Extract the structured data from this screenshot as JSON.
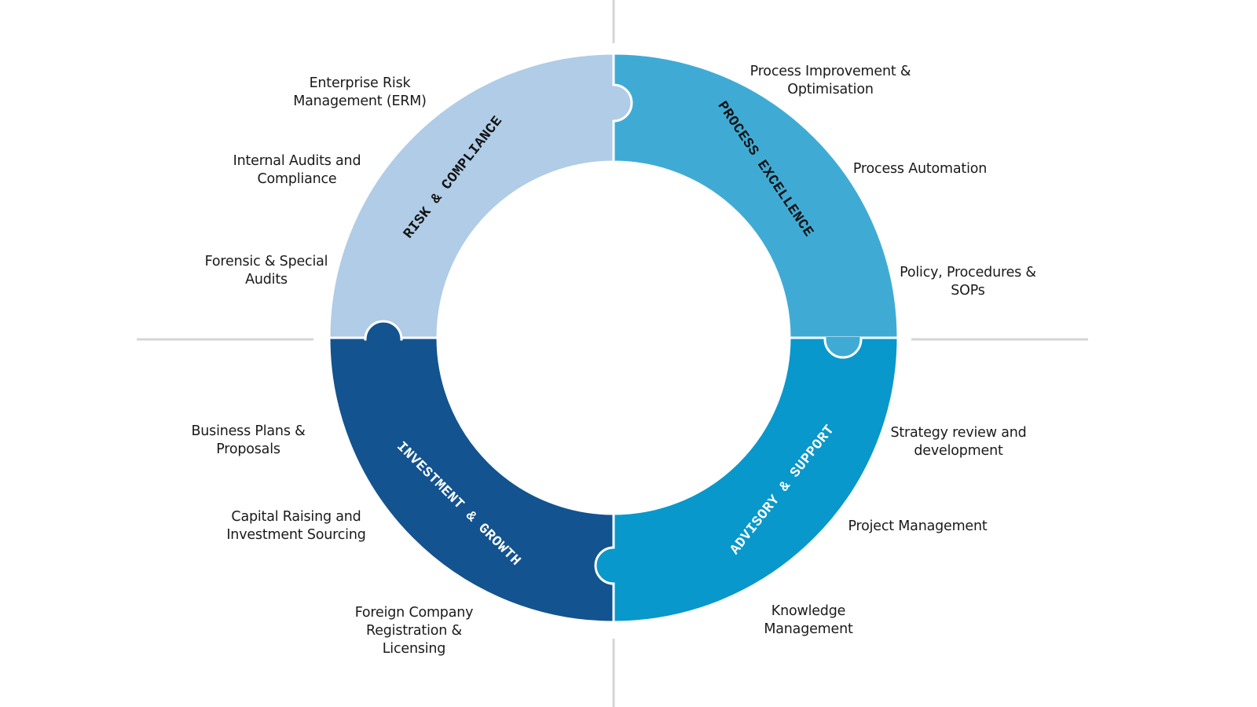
{
  "title": "Service Wheel",
  "colors": {
    "risk": "#b0cce6",
    "process": "#3fabd5",
    "investment": "#13538f",
    "advisory": "#0898cb",
    "divider": "#d6d6d6",
    "seam": "#ffffff"
  },
  "segments": [
    {
      "id": "risk",
      "label": "RISK & COMPLIANCE",
      "label_color": "#111111",
      "services": [
        "Enterprise Risk\nManagement (ERM)",
        "Internal Audits and\nCompliance",
        "Forensic & Special\nAudits"
      ]
    },
    {
      "id": "process",
      "label": "PROCESS EXCELLENCE",
      "label_color": "#111111",
      "services": [
        "Process Improvement &\nOptimisation",
        "Process Automation",
        "Policy, Procedures &\nSOPs"
      ]
    },
    {
      "id": "advisory",
      "label": "ADVISORY & SUPPORT",
      "label_color": "#ffffff",
      "services": [
        "Strategy review and\ndevelopment",
        "Project Management",
        "Knowledge\nManagement"
      ]
    },
    {
      "id": "investment",
      "label": "INVESTMENT & GROWTH",
      "label_color": "#ffffff",
      "services": [
        "Business Plans &\nProposals",
        "Capital Raising and\nInvestment Sourcing",
        "Foreign Company\nRegistration &\nLicensing"
      ]
    }
  ]
}
